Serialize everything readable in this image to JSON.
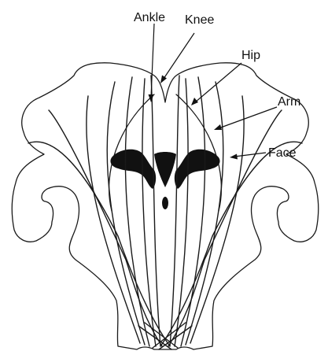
{
  "labels": {
    "ankle": "Ankle",
    "knee": "Knee",
    "hip": "Hip",
    "arm": "Arm",
    "face": "Face"
  }
}
